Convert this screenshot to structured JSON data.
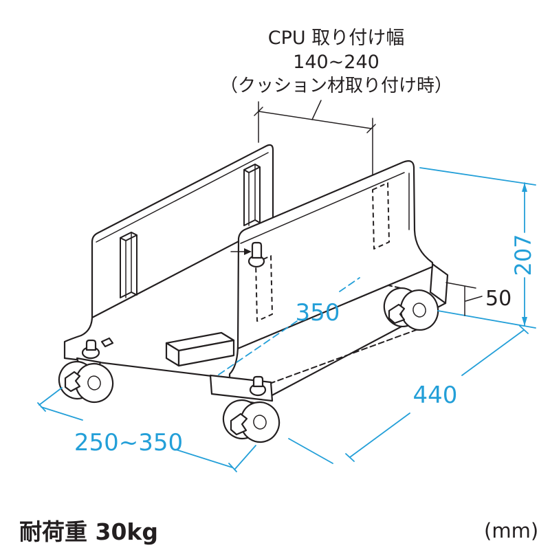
{
  "title": {
    "line1": "CPU 取り付け幅",
    "line2": "140~240",
    "line3": "（クッション材取り付け時）"
  },
  "dims": {
    "height": "207",
    "caster_clearance": "50",
    "length": "440",
    "inner_width": "350",
    "width_range": "250~350"
  },
  "footer": {
    "load_capacity": "耐荷重 30kg",
    "unit": "(mm)"
  },
  "colors": {
    "line": "#231f20",
    "dimension": "#239fd8",
    "background": "#ffffff"
  }
}
